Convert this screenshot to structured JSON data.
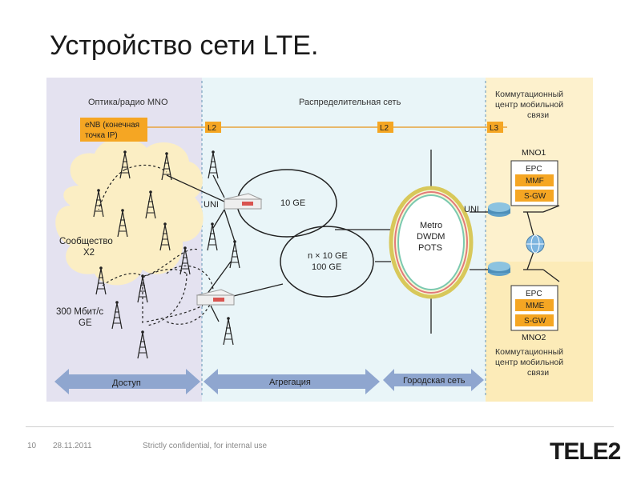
{
  "slide": {
    "title": "Устройство сети LTE."
  },
  "diagram": {
    "zones": {
      "access_header": "Оптика/радио MNO",
      "distribution_header": "Распределительная сеть",
      "switching_center_top_1": "Коммутационный",
      "switching_center_top_2": "центр мобильной",
      "switching_center_top_3": "связи",
      "switching_center_bottom_1": "Коммутационный",
      "switching_center_bottom_2": "центр мобильной",
      "switching_center_bottom_3": "связи"
    },
    "enb_box_line1": "eNB (конечная",
    "enb_box_line2": "точка IP)",
    "layer_tags": [
      "L2",
      "L2",
      "L3"
    ],
    "community_label_line1": "Сообщество",
    "community_label_line2": "X2",
    "speed_label_line1": "300 Мбит/с",
    "speed_label_line2": "GE",
    "uni_labels": [
      "UNI",
      "UNI"
    ],
    "ring_small": "10 GE",
    "ring_large_line1": "n × 10 GE",
    "ring_large_line2": "100 GE",
    "metro_line1": "Metro",
    "metro_line2": "DWDM",
    "metro_line3": "POTS",
    "mno1": {
      "name": "MNO1",
      "epc": "EPC",
      "items": [
        "MMF",
        "S-GW"
      ]
    },
    "mno2": {
      "name": "MNO2",
      "epc": "EPC",
      "items": [
        "MME",
        "S-GW"
      ]
    },
    "bottom_arrows": [
      "Доступ",
      "Агрегация",
      "Городская сеть"
    ],
    "colors": {
      "orange_box": "#f5a623",
      "orange_line": "#e8a33c",
      "access_bg": "#e4e2f0",
      "cloud": "#fbeec4",
      "aggregation_bg": "#e6f4f7",
      "switching_bg": "#fdf0c8",
      "arrow_blue": "#8fa6cf"
    }
  },
  "footer": {
    "page_number": "10",
    "date": "28.11.2011",
    "confidential": "Strictly confidential, for internal use",
    "logo": "TELE2"
  }
}
